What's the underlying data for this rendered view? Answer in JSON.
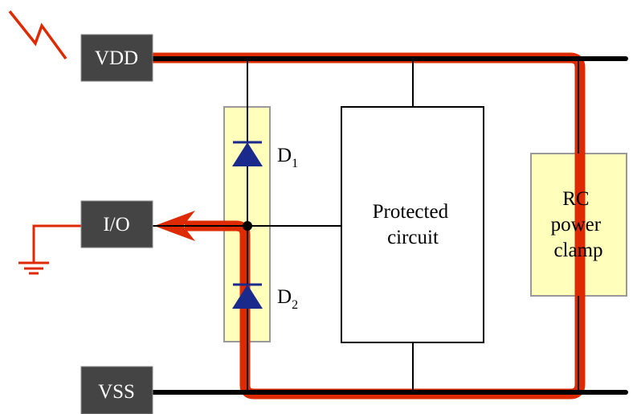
{
  "diagram": {
    "title": "ESD protection with dual diodes and RC power clamp",
    "pins": {
      "vdd": "VDD",
      "io": "I/O",
      "vss": "VSS"
    },
    "diodes": {
      "d1": {
        "letter": "D",
        "subscript": "1"
      },
      "d2": {
        "letter": "D",
        "subscript": "2"
      }
    },
    "protected_circuit": {
      "line1": "Protected",
      "line2": "circuit"
    },
    "rc_clamp": {
      "line1": "RC",
      "line2": "power",
      "line3": "clamp"
    },
    "colors": {
      "esd_path": "#dd2a00",
      "pin_box": "#444444",
      "highlight_box": "#ffffbb",
      "diode": "#1a2a8c",
      "wire": "#000000"
    },
    "icons": {
      "esd_strike": "lightning-bolt",
      "ground": "ground-symbol"
    }
  }
}
